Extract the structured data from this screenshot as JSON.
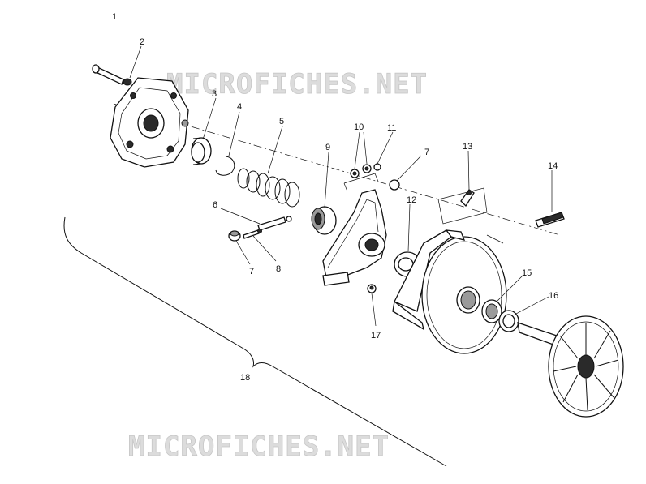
{
  "watermark": {
    "text_top": "MICROFICHES.NET",
    "text_bottom": "MICROFICHES.NET",
    "color": "#dcdcdc"
  },
  "callouts": {
    "c1": "1",
    "c2": "2",
    "c3": "3",
    "c4": "4",
    "c5": "5",
    "c6": "6",
    "c7a": "7",
    "c7b": "7",
    "c8": "8",
    "c9": "9",
    "c10": "10",
    "c11": "11",
    "c12": "12",
    "c13": "13",
    "c14": "14",
    "c15": "15",
    "c16": "16",
    "c17": "17",
    "c18": "18"
  },
  "line_color": "#111111"
}
